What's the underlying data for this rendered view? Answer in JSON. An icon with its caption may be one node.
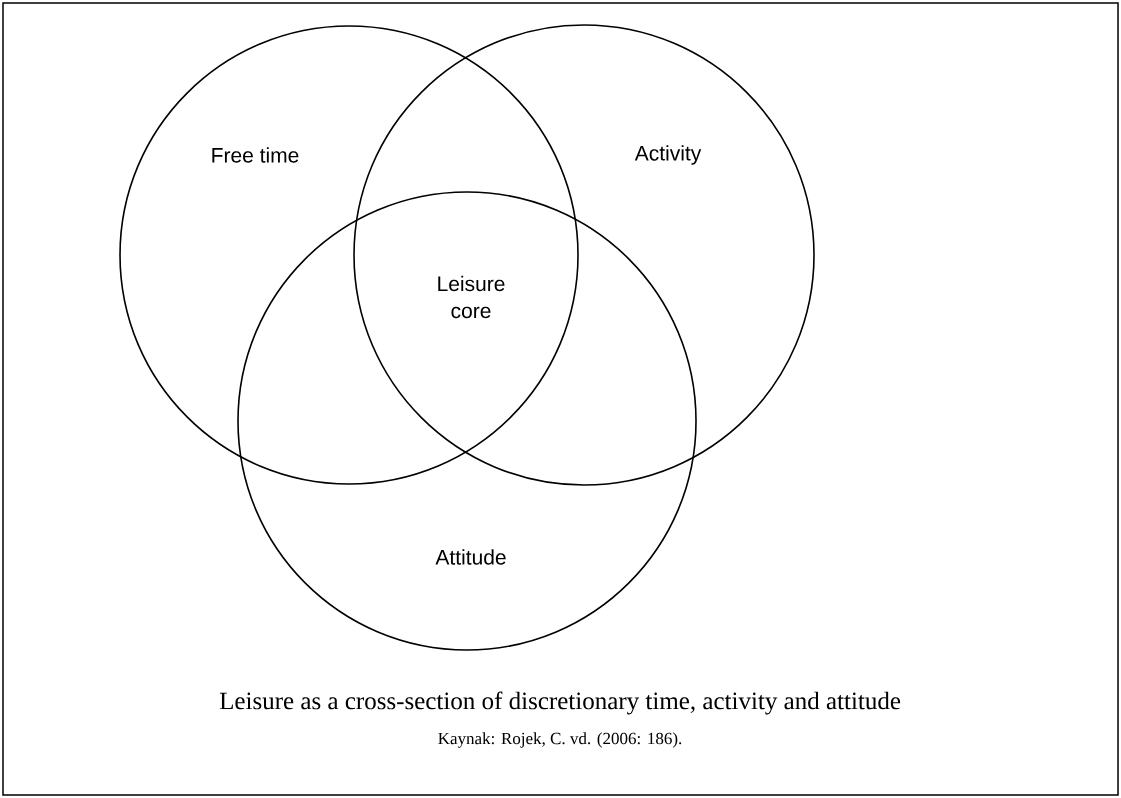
{
  "diagram": {
    "caption": "Leisure as a cross-section of discretionary time, activity and attitude",
    "nodes": [
      {
        "text": [
          "Free time"
        ]
      },
      {
        "text": [
          "Activity"
        ]
      },
      {
        "text": [
          "Attitude"
        ]
      }
    ],
    "labels": [
      "Leisure core",
      "Kaynak: Rojek, C. vd. (2006: 186)."
    ]
  }
}
